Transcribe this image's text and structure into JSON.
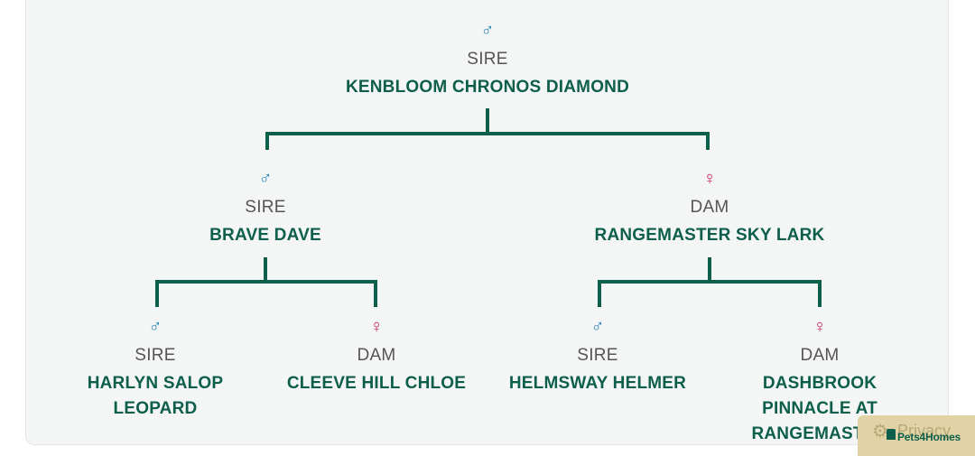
{
  "pedigree": {
    "root": {
      "role": "SIRE",
      "name": "KENBLOOM CHRONOS DIAMOND",
      "symbol": "♂"
    },
    "parent_sire": {
      "role": "SIRE",
      "name": "BRAVE DAVE",
      "symbol": "♂"
    },
    "parent_dam": {
      "role": "DAM",
      "name": "RANGEMASTER SKY LARK",
      "symbol": "♀"
    },
    "gp_sire_sire": {
      "role": "SIRE",
      "name": "HARLYN SALOP LEOPARD",
      "symbol": "♂"
    },
    "gp_sire_dam": {
      "role": "DAM",
      "name": "CLEEVE HILL CHLOE",
      "symbol": "♀"
    },
    "gp_dam_sire": {
      "role": "SIRE",
      "name": "HELMSWAY HELMER",
      "symbol": "♂"
    },
    "gp_dam_dam": {
      "role": "DAM",
      "name": "DASHBROOK PINNACLE AT RANGEMASTER",
      "symbol": "♀"
    }
  },
  "privacy_widget": {
    "label": "Privacy",
    "icon": "gear-icon",
    "logo_text": "Pets4Homes"
  },
  "colors": {
    "male": "#2a86b8",
    "female": "#c8265a",
    "name": "#0d5e4b",
    "connector": "#0d5e4b"
  }
}
